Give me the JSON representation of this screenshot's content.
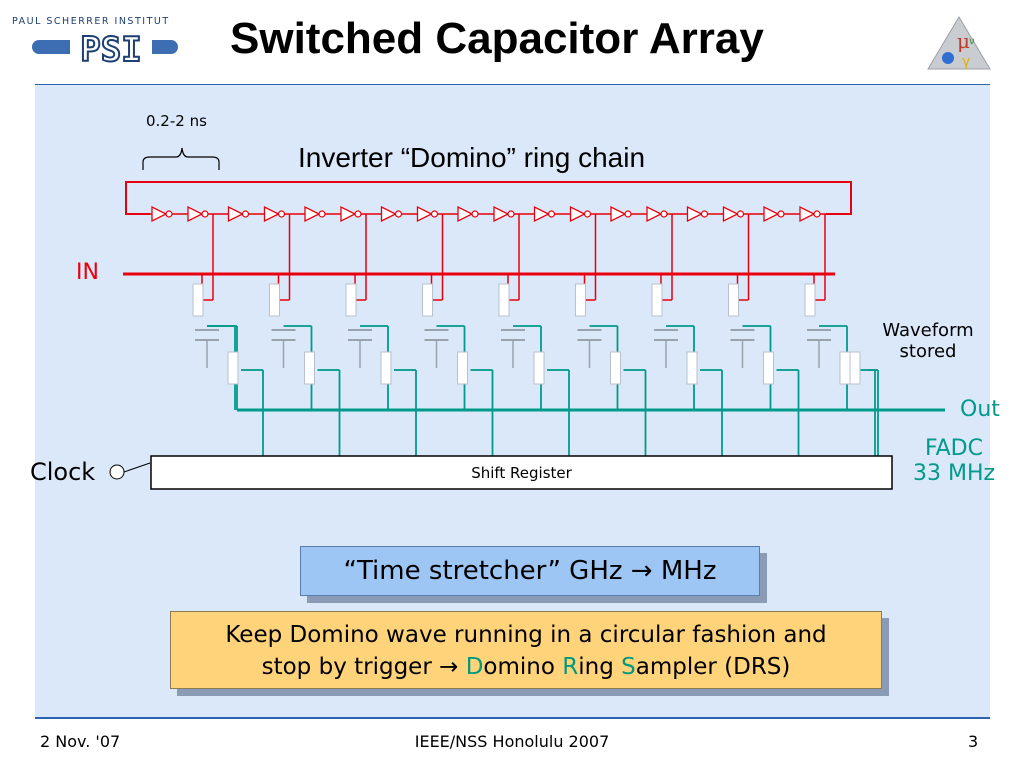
{
  "header": {
    "institute_name": "PAUL SCHERRER INSTITUT",
    "logo_letters": "PSI",
    "title": "Switched Capacitor Array"
  },
  "diagram": {
    "delay_label": "0.2-2 ns",
    "chain_title": "Inverter “Domino” ring chain",
    "in_label": "IN",
    "waveform_line1": "Waveform",
    "waveform_line2": "stored",
    "out_label": "Out",
    "fadc_line1": "FADC",
    "fadc_line2": "33 MHz",
    "clock_label": "Clock",
    "shift_register_label": "Shift Register"
  },
  "time_stretcher": {
    "text_before": "“Time stretcher” GHz",
    "arrow": "→",
    "text_after": "MHz"
  },
  "note": {
    "line1": "Keep Domino wave running in a circular fashion and",
    "line2_prefix": "stop by trigger",
    "arrow": "→",
    "d_letter": "D",
    "d_rest": "omino",
    "r_letter": "R",
    "r_rest": "ing",
    "s_letter": "S",
    "s_rest": "ampler (DRS)"
  },
  "footer": {
    "date": "2 Nov. '07",
    "conference": "IEEE/NSS Honolulu 2007",
    "page": "3"
  },
  "colors": {
    "accent_blue": "#2b63b4",
    "signal_red": "#e8000e",
    "out_teal": "#009a8a",
    "panel_bg": "#dbe8f9"
  }
}
